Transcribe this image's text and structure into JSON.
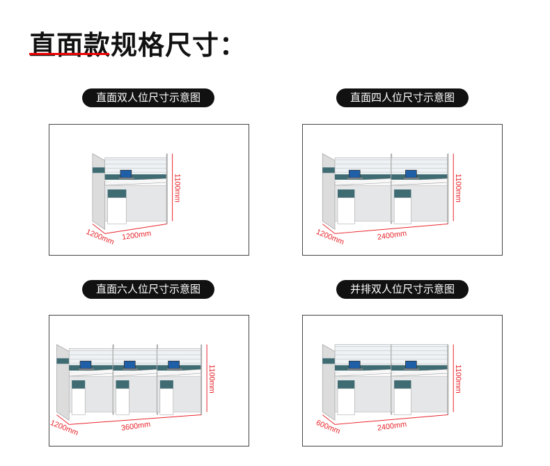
{
  "heading": "直面款规格尺寸：",
  "panels": [
    {
      "label": "直面双人位尺寸示意图",
      "units": 1,
      "rows": 2,
      "height": "1100mm",
      "depth": "1200mm",
      "width": "1200mm"
    },
    {
      "label": "直面四人位尺寸示意图",
      "units": 2,
      "rows": 2,
      "height": "1100mm",
      "depth": "1200mm",
      "width": "2400mm"
    },
    {
      "label": "直面六人位尺寸示意图",
      "units": 3,
      "rows": 2,
      "height": "1100mm",
      "depth": "1200mm",
      "width": "3600mm"
    },
    {
      "label": "并排双人位尺寸示意图",
      "units": 2,
      "rows": 1,
      "height": "1100mm",
      "depth": "600mm",
      "width": "2400mm"
    }
  ],
  "colors": {
    "accent": "#e8232a",
    "panel_teal": "#3f6b73"
  }
}
